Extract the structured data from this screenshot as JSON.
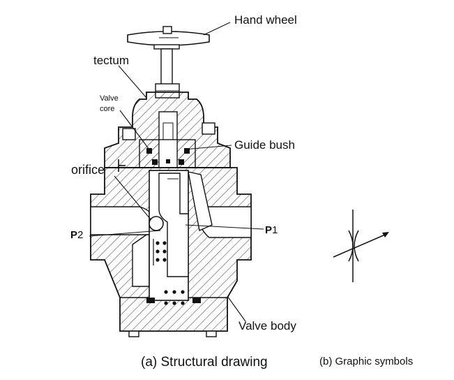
{
  "labels": {
    "hand_wheel": "Hand wheel",
    "tectum": "tectum",
    "valve_core_line1": "Valve",
    "valve_core_line2": "core",
    "guide_bush": "Guide bush",
    "orifice": "orifice",
    "p2_letter": "P",
    "p2_sub": "2",
    "p1_letter": "P",
    "p1_sub": "1",
    "valve_body": "Valve body"
  },
  "captions": {
    "structural": "(a) Structural drawing",
    "symbols": "(b) Graphic symbols"
  }
}
